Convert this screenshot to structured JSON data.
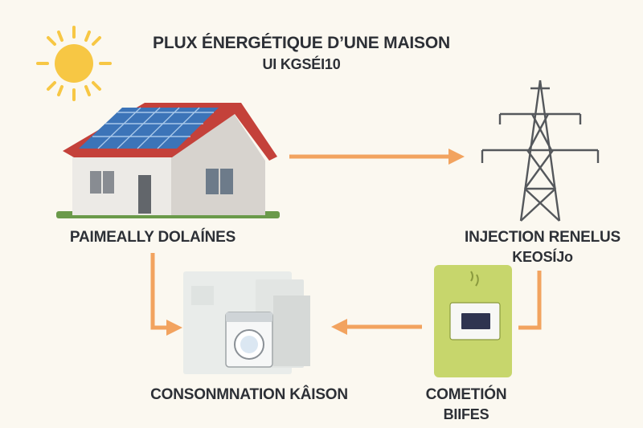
{
  "title": {
    "line1": "PLUX ÉNERGÉTIQUE D’UNE MAISON",
    "line2": "UI KGSÉI10"
  },
  "labels": {
    "house": "PAIMEALLY DOLAÍNES",
    "grid_line1": "INJECTION RENELUS",
    "grid_line2": "KEOSÍJo",
    "consumption": "CONSONMNATION KÂISON",
    "meter_line1": "COMETIÓN",
    "meter_line2": "BIIFES"
  },
  "colors": {
    "background": "#fbf8f0",
    "arrow": "#f2a35f",
    "roof": "#c4413a",
    "panel": "#3c74b8",
    "sun": "#f7c744",
    "meter_box": "#c7d66c",
    "pylon": "#55585c",
    "text": "#2d3036"
  }
}
